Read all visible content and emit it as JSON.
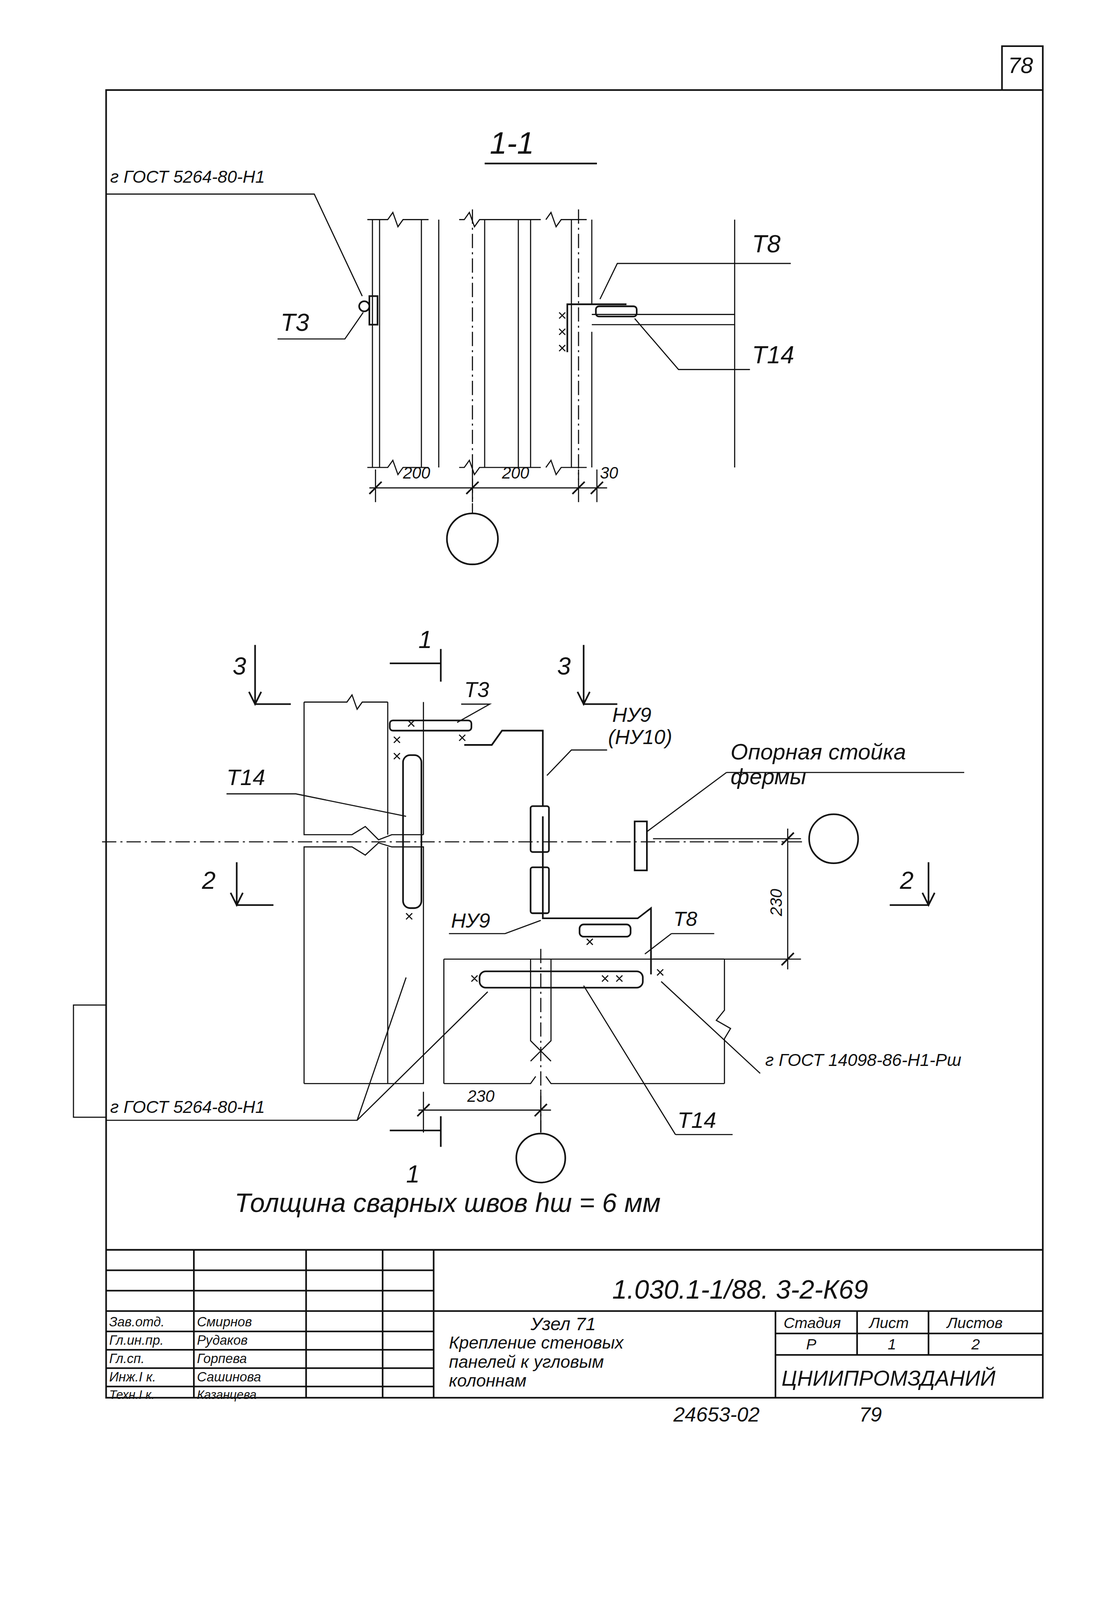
{
  "diagram": {
    "labels": [
      "78",
      "1-1",
      "г ГОСТ 5264-80-Н1",
      "Т8",
      "Т3",
      "Т14",
      "200",
      "200",
      "30",
      "1",
      "3",
      "3",
      "Т3",
      "НУ9",
      "(НУ10)",
      "Опорная стойка фермы",
      "Т14",
      "2",
      "2",
      "НУ9",
      "Т8",
      "230",
      "г ГОСТ 14098-86-Н1-Рш",
      "г ГОСТ 5264-80-Н1",
      "230",
      "Т14",
      "1",
      "Толщина сварных швов hш = 6 мм",
      "1.030.1-1/88. 3-2-К69",
      "Зав.отд.",
      "Смирнов",
      "Гл.ин.пр.",
      "Рудаков",
      "Гл.сп.",
      "Горпева",
      "Инж.I к.",
      "Сашинова",
      "Техн.I к.",
      "Казанцева",
      "Узел 71",
      "Крепление стеновых панелей к угловым колоннам",
      "Стадия",
      "Лист",
      "Листов",
      "Р",
      "1",
      "2",
      "ЦНИИПРОМЗДАНИЙ",
      "24653-02",
      "79"
    ]
  }
}
